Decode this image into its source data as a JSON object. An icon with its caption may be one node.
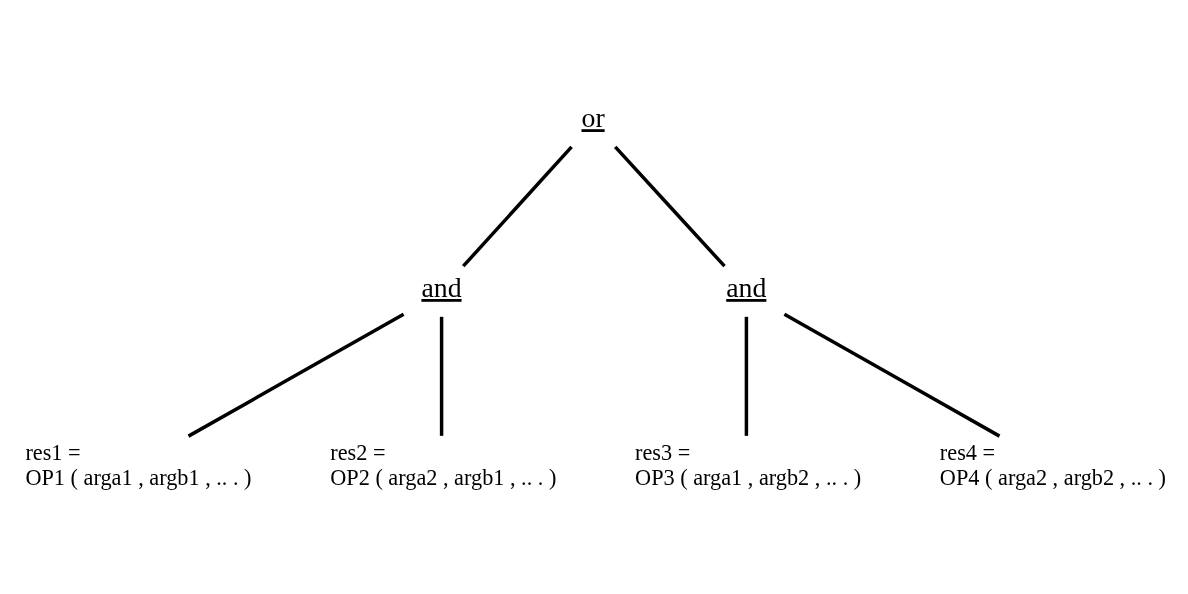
{
  "diagram": {
    "nodes": [
      {
        "text": [
          "or"
        ]
      },
      {
        "text": [
          "and"
        ]
      },
      {
        "text": [
          "and"
        ]
      },
      {
        "text": [
          "res1 =",
          "OP1 ( arga1 , argb1 , .. . )"
        ]
      },
      {
        "text": [
          "res2 =",
          "OP2 ( arga2 , argb1 , .. . )"
        ]
      },
      {
        "text": [
          "res3 =",
          "OP3 ( arga1 , argb2 , .. . )"
        ]
      },
      {
        "text": [
          "res4 =",
          "OP4 ( arga2 , argb2 , .. . )"
        ]
      }
    ],
    "edges": [
      {
        "from": 0,
        "to": 1,
        "arrow": "none"
      },
      {
        "from": 0,
        "to": 2,
        "arrow": "none"
      },
      {
        "from": 1,
        "to": 3,
        "arrow": "none"
      },
      {
        "from": 1,
        "to": 4,
        "arrow": "none"
      },
      {
        "from": 2,
        "to": 5,
        "arrow": "none"
      },
      {
        "from": 2,
        "to": 6,
        "arrow": "none"
      }
    ]
  }
}
